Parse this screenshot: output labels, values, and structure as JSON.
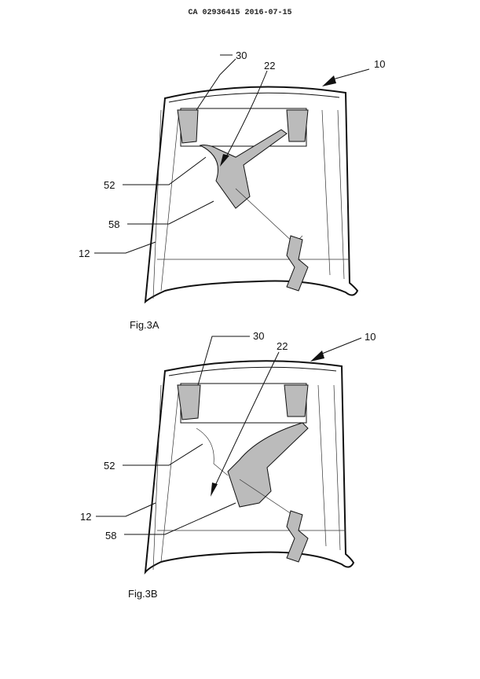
{
  "header": {
    "document_id": "CA 02936415 2016-07-15"
  },
  "figures": [
    {
      "caption": "Fig.3A",
      "labels": {
        "l10": "10",
        "l12": "12",
        "l22": "22",
        "l30": "30",
        "l52": "52",
        "l58": "58"
      }
    },
    {
      "caption": "Fig.3B",
      "labels": {
        "l10": "10",
        "l12": "12",
        "l22": "22",
        "l30": "30",
        "l52": "52",
        "l58": "58"
      }
    }
  ]
}
